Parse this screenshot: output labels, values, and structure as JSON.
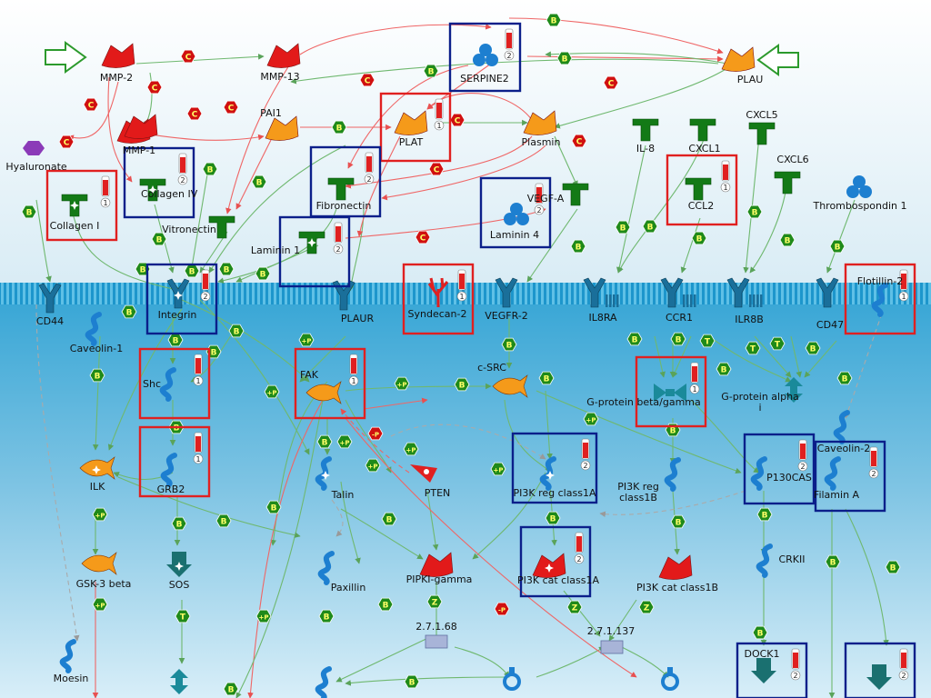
{
  "colors": {
    "activation": "#1f8a1a",
    "binding": "#1f8a1a",
    "cleavage": "#d01010",
    "phospho_pos": "#1f8a1a",
    "phospho_neg": "#d01010",
    "enzyme_red": "#e21a1a",
    "enzyme_orange": "#f59a1a",
    "ligand_green": "#137a16",
    "receptor_teal": "#1a6f9a",
    "adaptor_blue": "#1d7fd0",
    "up_box": "#e02020",
    "down_box": "#0b1f8a",
    "membrane": "#2fa8d8"
  },
  "badges": {
    "b": "B",
    "c": "C",
    "p": "+P",
    "mp": "-P",
    "z": "Z",
    "t": "T"
  },
  "nodes": {
    "mmp2": "MMP-2",
    "mmp13": "MMP-13",
    "mmp1": "MMP-1",
    "serpine2": "SERPINE2",
    "plau": "PLAU",
    "pai1": "PAI1",
    "plat": "PLAT",
    "plasmin": "Plasmin",
    "hyaluronate": "Hyaluronate",
    "collagen4": "Collagen IV",
    "collagen1": "Collagen I",
    "fibronectin": "Fibronectin",
    "vitronectin": "Vitronectin",
    "laminin1": "Laminin 1",
    "laminin4": "Laminin 4",
    "vegfa": "VEGF-A",
    "il8": "IL-8",
    "cxcl1": "CXCL1",
    "cxcl5": "CXCL5",
    "cxcl6": "CXCL6",
    "ccl2": "CCL2",
    "thrombospondin1": "Thrombospondin 1",
    "cd44": "CD44",
    "integrin": "Integrin",
    "plaur": "PLAUR",
    "syndecan2": "Syndecan-2",
    "vegfr2": "VEGFR-2",
    "il8ra": "IL8RA",
    "ccr1": "CCR1",
    "ilr8b": "ILR8B",
    "cd47": "CD47",
    "flotillin2": "Flotillin-2",
    "caveolin1": "Caveolin-1",
    "shc": "Shc",
    "fak": "FAK",
    "csrc": "c-SRC",
    "gbg": "G-protein beta/gamma",
    "gai": "G-protein alpha i",
    "caveolin2": "Caveolin-2",
    "grb2": "GRB2",
    "ilk": "ILK",
    "talin": "Talin",
    "pten": "PTEN",
    "pi3kreg1a": "PI3K reg class1A",
    "pi3kreg1b": "PI3K reg class1B",
    "p130cas": "P130CAS",
    "filamina": "Filamin A",
    "gsk3b": "GSK-3 beta",
    "sos": "SOS",
    "paxillin": "Paxillin",
    "pipkig": "PIPKI-gamma",
    "pi3kcat1a": "PI3K cat class1A",
    "pi3kcat1b": "PI3K cat class1B",
    "crkii": "CRKII",
    "ec27168": "2.7.1.68",
    "ec271137": "2.7.1.137",
    "moesin": "Moesin",
    "dock1": "DOCK1"
  }
}
